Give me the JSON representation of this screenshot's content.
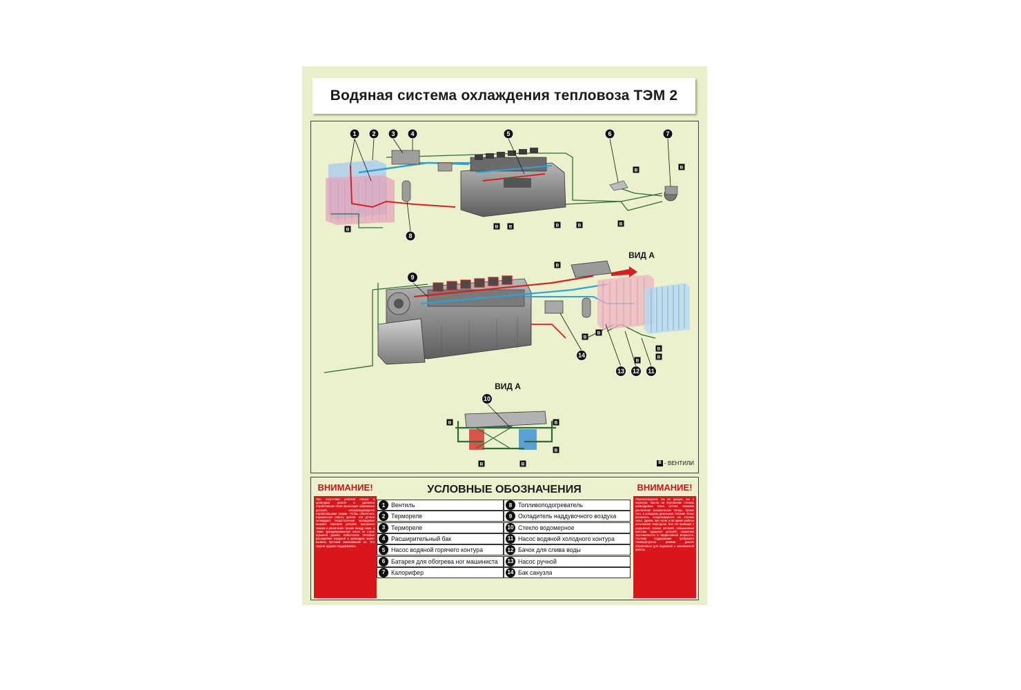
{
  "title": "Водяная система охлаждения тепловоза ТЭМ 2",
  "view_label_top": "ВИД А",
  "view_label_bottom": "ВИД А",
  "valve_mark": "В",
  "valve_note": "- ВЕНТИЛИ",
  "callouts_top": [
    "1",
    "2",
    "3",
    "4",
    "5",
    "6",
    "7",
    "8"
  ],
  "callouts_mid": [
    "9",
    "14",
    "13",
    "12",
    "11"
  ],
  "callout_bottom": "10",
  "warning_left": {
    "title": "ВНИМАНИЕ!",
    "text": "При отсутствии рабочей смазки в цилиндрах дизеля и удалении отработавших газов происходит нагревание деталей, сопровождающееся отработавшими газами. Чтобы обеспечить нормальную работу дизеля, эти детали охлаждают. Недостаточное охлаждение вызовет перегрев деталей, выгорание смазки и увеличение трения между ними, а также преждевременный износ из строя поршней дизеля. Избыточное тепловое расширение поршней в цилиндрах может вызвать прочный заклинивание их. Эта задача труднее поддерживать."
  },
  "warning_right": {
    "title": "ВНИМАНИЕ!",
    "text": "Переохлаждение так же вредно, как и перегрев. Масло на внутренних стенках цилиндровых гильз густеет, вызывая увеличение механических потерь. Кроме того, в холодном дизельном топливе плохо испаряясь, конденсируются на стенках гильз. Дизель при пуске и во время работы испытывает перегрузки. Все это приводит к ухудшению смазки деталей, повышенным износам трущихся деталей, снижению экономичности и эффективной мощности. Поэтому поддержание требуемого температурного режима дизеля обязательно для надежной и экономичной работы."
  },
  "legend_title": "УСЛОВНЫЕ ОБОЗНАЧЕНИЯ",
  "legend_items": [
    {
      "num": "1",
      "text": "Вентиль"
    },
    {
      "num": "2",
      "text": "Термореле"
    },
    {
      "num": "3",
      "text": "Термореле"
    },
    {
      "num": "4",
      "text": "Расширительный бак"
    },
    {
      "num": "5",
      "text": "Насос водяной горячего контура"
    },
    {
      "num": "6",
      "text": "Батарея для обогрева ног машиниста"
    },
    {
      "num": "7",
      "text": "Калорифер"
    },
    {
      "num": "8",
      "text": "Топливоподогреватель"
    },
    {
      "num": "9",
      "text": "Охладитель наддувочного воздуха"
    },
    {
      "num": "10",
      "text": "Стекло водомерное"
    },
    {
      "num": "11",
      "text": "Насос водяной холодного контура"
    },
    {
      "num": "12",
      "text": "Бачок для слива воды"
    },
    {
      "num": "13",
      "text": "Насос ручной"
    },
    {
      "num": "14",
      "text": "Бак санузла"
    }
  ],
  "colors": {
    "poster_bg": "#e9f0c9",
    "hot_circuit": "#d32020",
    "cold_circuit": "#2aa4d8",
    "pipe": "#2b6b3a",
    "warning": "#d8161c"
  }
}
